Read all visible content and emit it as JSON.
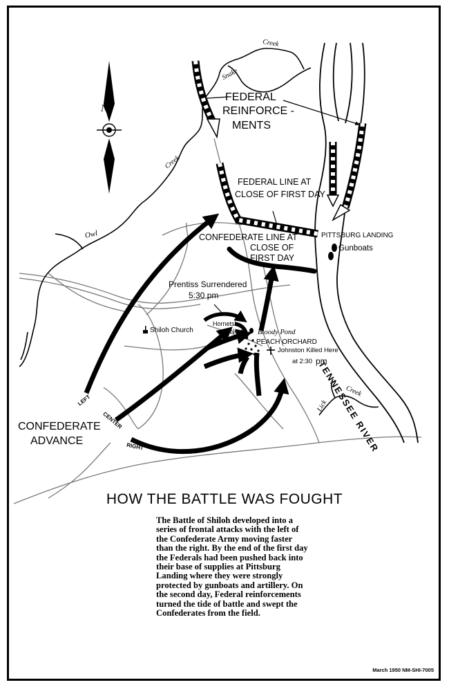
{
  "labels": {
    "snake_creek_1": "Snake",
    "snake_creek_2": "Creek",
    "owl_creek_1": "Owl",
    "owl_creek_2": "Creek",
    "lick_creek_1": "Lick",
    "lick_creek_2": "Creek",
    "river": "TENNESSEE RIVER",
    "federal_reinforcements_1": "FEDERAL",
    "federal_reinforcements_2": "REINFORCE -",
    "federal_reinforcements_3": "MENTS",
    "federal_line_1": "FEDERAL LINE AT",
    "federal_line_2": "CLOSE OF FIRST DAY",
    "confederate_line_1": "CONFEDERATE LINE AT",
    "confederate_line_2": "CLOSE OF",
    "confederate_line_3": "FIRST DAY",
    "pittsburg_landing": "PITTSBURG LANDING",
    "gunboats": "Gunboats",
    "prentiss_1": "Prentiss Surrendered",
    "prentiss_2": "5:30 pm",
    "hornets_1": "Hornets'",
    "hornets_2": "Nest",
    "bloody_pond": "Bloody Pond",
    "peach_orchard": "PEACH ORCHARD",
    "johnston_1": "Johnston Killed Here",
    "johnston_2": "at 2:30",
    "johnston_3": "pm",
    "shiloh_church": "Shiloh Church",
    "left": "LEFT",
    "center": "CENTER",
    "right": "RIGHT",
    "confederate_advance_1": "CONFEDERATE",
    "confederate_advance_2": "ADVANCE",
    "compass_n": "N"
  },
  "title": "HOW THE BATTLE WAS FOUGHT",
  "description": "The Battle of Shiloh developed into a series of frontal attacks with the left of the Confederate Army moving faster than the right. By the end of the first day the Federals had been pushed back into their base of supplies at Pittsburg Landing where they were strongly protected by gunboats and artillery. On the second day, Federal reinforcements turned the tide of battle and swept the Confederates from the field.",
  "footer": "March 1950   NM-SHI-7005"
}
